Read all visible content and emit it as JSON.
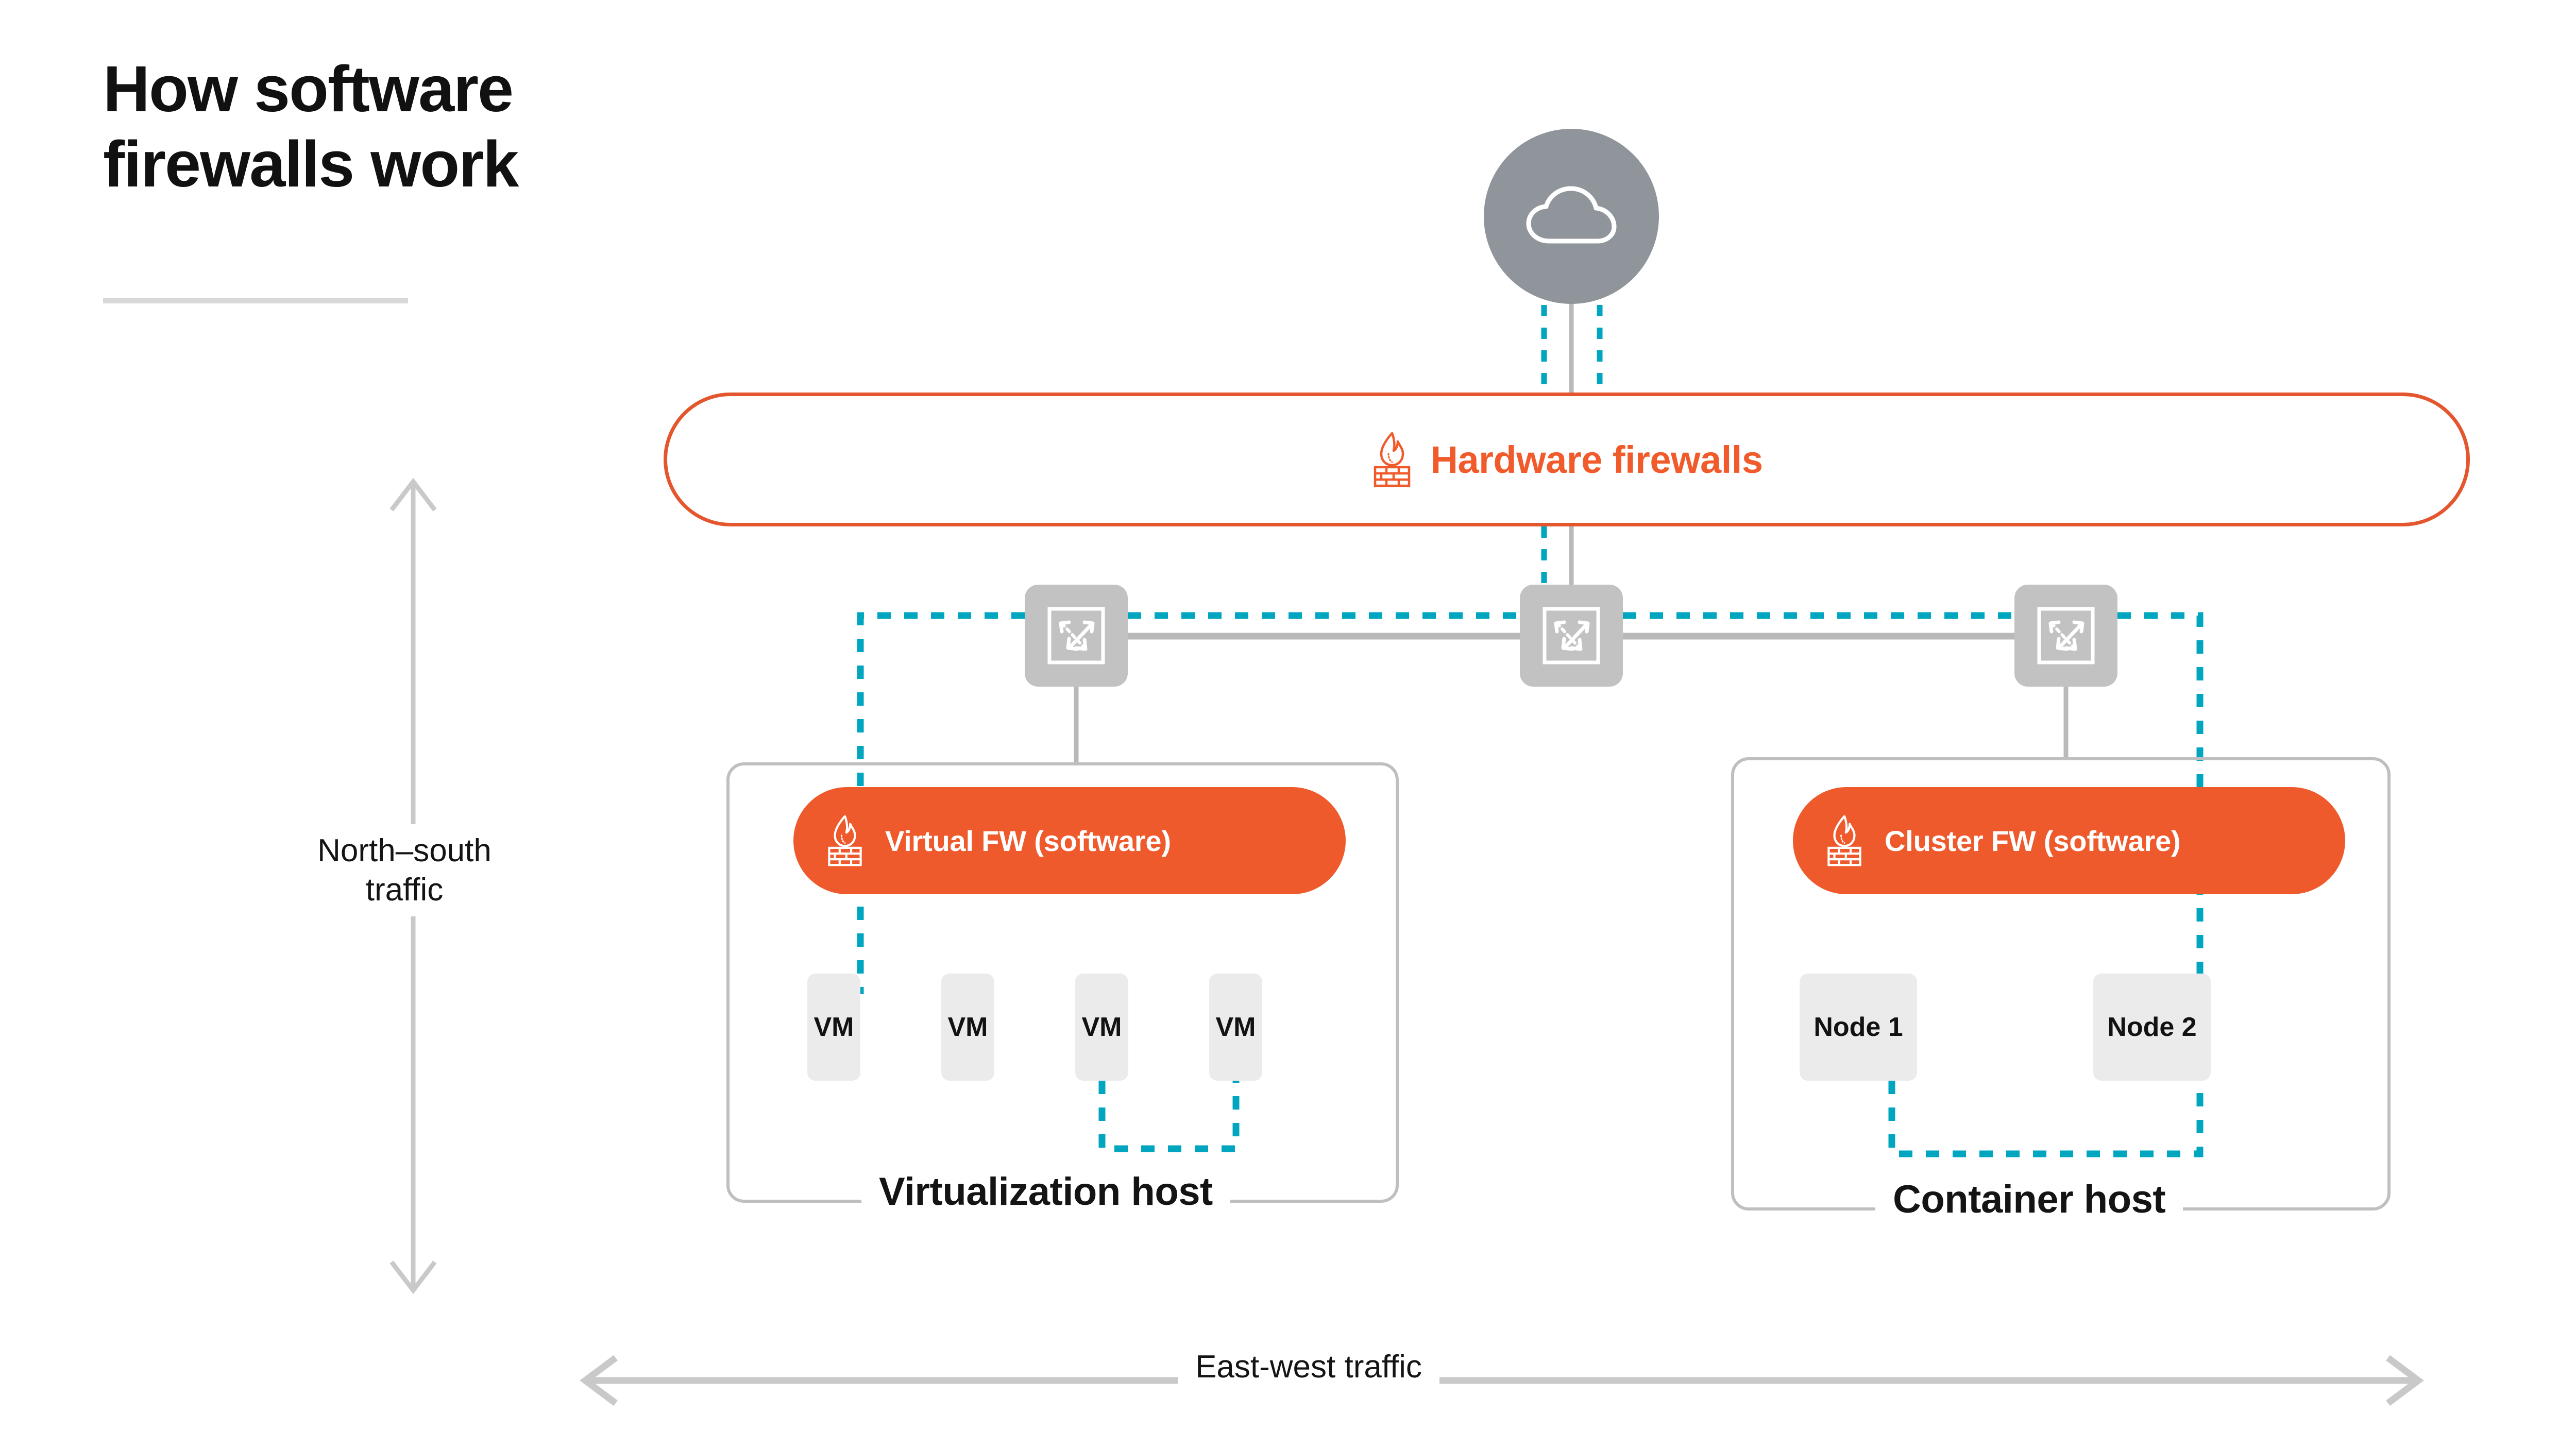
{
  "title": {
    "line1": "How software",
    "line2": "firewalls work"
  },
  "colors": {
    "orange": "#EF5A2C",
    "orange_outline": "#E4572E",
    "teal": "#00A6C0",
    "gray_node": "#8F959B",
    "gray_switch": "#C2C2C2",
    "gray_tile": "#EBEBEB",
    "gray_line": "#BFBFBF",
    "text": "#141414"
  },
  "cloud": {
    "icon": "cloud-icon",
    "label": ""
  },
  "hardware_firewall": {
    "icon": "firewall-flame-brick-icon",
    "label": "Hardware firewalls"
  },
  "switches": [
    {
      "name": "switch-left",
      "icon": "network-switch-icon"
    },
    {
      "name": "switch-center",
      "icon": "network-switch-icon"
    },
    {
      "name": "switch-right",
      "icon": "network-switch-icon"
    }
  ],
  "hosts": [
    {
      "id": "virtualization",
      "label": "Virtualization host",
      "firewall": {
        "icon": "firewall-flame-brick-icon",
        "label": "Virtual FW (software)"
      },
      "tiles": [
        {
          "label": "VM"
        },
        {
          "label": "VM"
        },
        {
          "label": "VM"
        },
        {
          "label": "VM"
        }
      ]
    },
    {
      "id": "container",
      "label": "Container host",
      "firewall": {
        "icon": "firewall-flame-brick-icon",
        "label": "Cluster FW (software)"
      },
      "tiles": [
        {
          "label": "Node 1"
        },
        {
          "label": "Node 2"
        }
      ]
    }
  ],
  "axes": {
    "north_south": {
      "line1": "North–south",
      "line2": "traffic"
    },
    "east_west": {
      "label": "East-west traffic"
    }
  }
}
